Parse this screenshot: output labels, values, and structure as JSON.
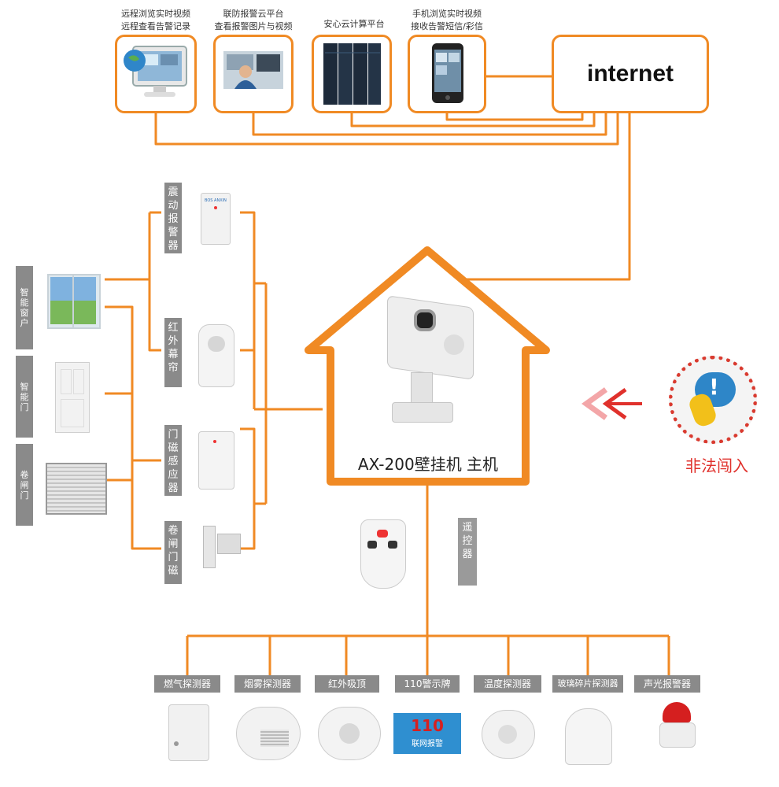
{
  "top_devices": [
    {
      "line1": "远程浏览实时视频",
      "line2": "远程查看告警记录",
      "icon": "computer-monitor-icon"
    },
    {
      "line1": "联防报警云平台",
      "line2": "查看报警图片与视频",
      "icon": "security-operator-icon"
    },
    {
      "line1": "安心云计算平台",
      "line2": "",
      "icon": "server-rack-icon"
    },
    {
      "line1": "手机浏览实时视频",
      "line2": "接收告警短信/彩信",
      "icon": "smartphone-icon"
    }
  ],
  "internet_label": "internet",
  "sensors_left": [
    {
      "chars": [
        "震",
        "动",
        "报",
        "警",
        "器"
      ]
    },
    {
      "chars": [
        "红",
        "外",
        "幕",
        "帘"
      ]
    },
    {
      "chars": [
        "门",
        "磁",
        "感",
        "应",
        "器"
      ]
    },
    {
      "chars": [
        "卷",
        "闸",
        "门",
        "磁"
      ]
    }
  ],
  "places": [
    {
      "chars": [
        "智",
        "能",
        "窗",
        "户"
      ]
    },
    {
      "chars": [
        "智",
        "能",
        "门"
      ]
    },
    {
      "chars": [
        "卷",
        "闸",
        "门"
      ]
    }
  ],
  "main_unit_label": "AX-200壁挂机 主机",
  "remote_label_chars": [
    "遥",
    "控",
    "器"
  ],
  "intrusion_label": "非法闯入",
  "bottom_devices": [
    "燃气探测器",
    "烟雾探测器",
    "红外吸顶",
    "110警示牌",
    "温度探测器",
    "玻璃碎片探测器",
    "声光报警器"
  ],
  "sign_number": "110",
  "sign_text": "联网报警",
  "brand_logo_text": "BOS ANXIN",
  "colors": {
    "accent": "#f08a24",
    "label_bg": "#8a8a8a",
    "intrusion_text": "#e0312c"
  }
}
